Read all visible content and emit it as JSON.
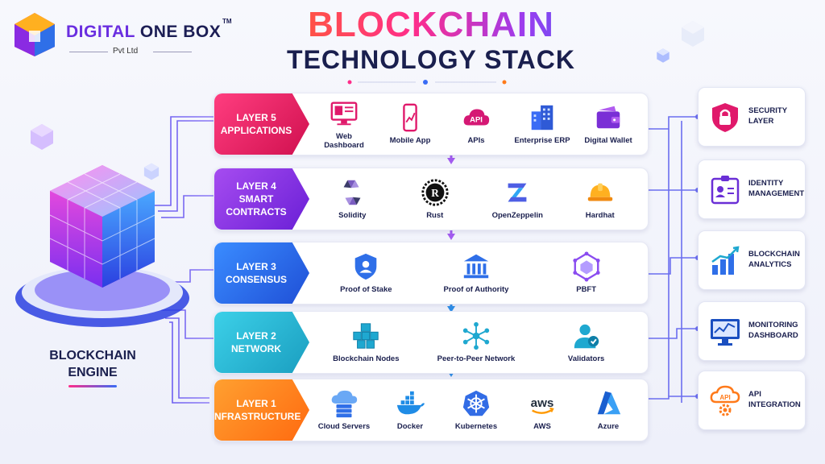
{
  "logo": {
    "name_part1": "DIGITAL",
    "name_part2": " ONE BOX",
    "tm": "TM",
    "sub": "Pvt Ltd"
  },
  "title": {
    "line1": "BLOCKCHAIN",
    "line2": "TECHNOLOGY STACK"
  },
  "engine": {
    "line1": "BLOCKCHAIN",
    "line2": "ENGINE"
  },
  "layers": [
    {
      "num": "LAYER 5",
      "name1": "APPLICATIONS",
      "name2": "",
      "color": "#e81f6a",
      "items": [
        {
          "label": "Web",
          "label2": "Dashboard",
          "icon": "web-dashboard-icon"
        },
        {
          "label": "Mobile App",
          "label2": "",
          "icon": "mobile-app-icon"
        },
        {
          "label": "APIs",
          "label2": "",
          "icon": "api-cloud-icon"
        },
        {
          "label": "Enterprise ERP",
          "label2": "",
          "icon": "enterprise-building-icon"
        },
        {
          "label": "Digital Wallet",
          "label2": "",
          "icon": "wallet-icon"
        }
      ]
    },
    {
      "num": "LAYER 4",
      "name1": "SMART",
      "name2": "CONTRACTS",
      "color": "#8a2be2",
      "items": [
        {
          "label": "Solidity",
          "label2": "",
          "icon": "solidity-icon"
        },
        {
          "label": "Rust",
          "label2": "",
          "icon": "rust-icon"
        },
        {
          "label": "OpenZeppelin",
          "label2": "",
          "icon": "openzeppelin-icon"
        },
        {
          "label": "Hardhat",
          "label2": "",
          "icon": "hardhat-icon"
        }
      ]
    },
    {
      "num": "LAYER 3",
      "name1": "CONSENSUS",
      "name2": "",
      "color": "#2f6fe8",
      "items": [
        {
          "label": "Proof of Stake",
          "label2": "",
          "icon": "shield-user-icon"
        },
        {
          "label": "Proof of Authority",
          "label2": "",
          "icon": "authority-building-icon"
        },
        {
          "label": "PBFT",
          "label2": "",
          "icon": "network-node-icon"
        }
      ]
    },
    {
      "num": "LAYER 2",
      "name1": "NETWORK",
      "name2": "",
      "color": "#1fb3cf",
      "items": [
        {
          "label": "Blockchain Nodes",
          "label2": "",
          "icon": "cubes-icon"
        },
        {
          "label": "Peer-to-Peer Network",
          "label2": "",
          "icon": "p2p-network-icon"
        },
        {
          "label": "Validators",
          "label2": "",
          "icon": "validator-user-icon"
        }
      ]
    },
    {
      "num": "LAYER 1",
      "name1": "INFRASTRUCTURE",
      "name2": "",
      "color": "#ff7a1a",
      "items": [
        {
          "label": "Cloud Servers",
          "label2": "",
          "icon": "cloud-server-icon"
        },
        {
          "label": "Docker",
          "label2": "",
          "icon": "docker-icon"
        },
        {
          "label": "Kubernetes",
          "label2": "",
          "icon": "kubernetes-icon"
        },
        {
          "label": "AWS",
          "label2": "",
          "icon": "aws-icon"
        },
        {
          "label": "Azure",
          "label2": "",
          "icon": "azure-icon"
        }
      ]
    }
  ],
  "side_cards": [
    {
      "line1": "SECURITY",
      "line2": "LAYER",
      "icon": "security-shield-icon"
    },
    {
      "line1": "IDENTITY",
      "line2": "MANAGEMENT",
      "icon": "identity-card-icon"
    },
    {
      "line1": "BLOCKCHAIN",
      "line2": "ANALYTICS",
      "icon": "analytics-chart-icon"
    },
    {
      "line1": "MONITORING",
      "line2": "DASHBOARD",
      "icon": "monitor-icon"
    },
    {
      "line1": "API",
      "line2": "INTEGRATION",
      "icon": "api-gear-icon"
    }
  ],
  "aws_wordmark": "aws",
  "api_icon_text": "API"
}
